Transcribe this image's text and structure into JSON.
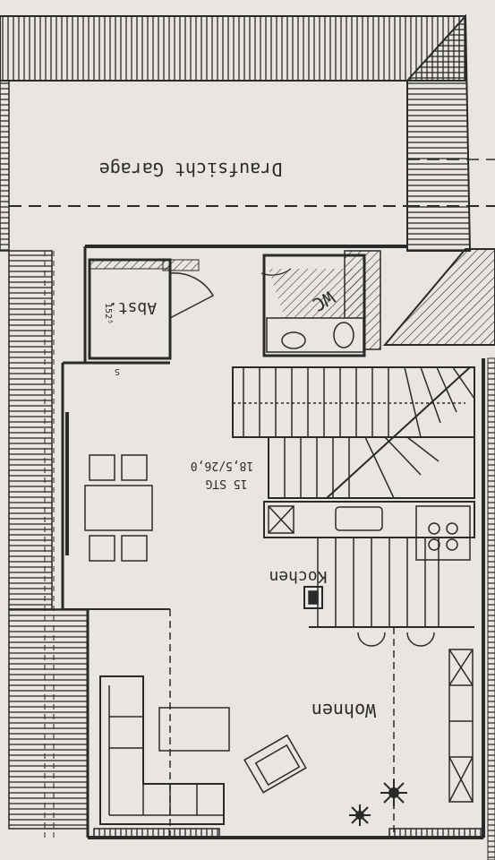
{
  "plan": {
    "garage_label": "Draufsicht Garage",
    "abst_label": "Abst.",
    "abst_dim": "152⁵",
    "wc_label": "WC",
    "stairs_count": "15 STG",
    "stairs_dims": "18,5/26,0",
    "kitchen_label": "Kochen",
    "living_label": "Wohnen",
    "marker_s": "S"
  },
  "colors": {
    "paper": "#e9e5e0",
    "ink": "#2a2a2a"
  }
}
